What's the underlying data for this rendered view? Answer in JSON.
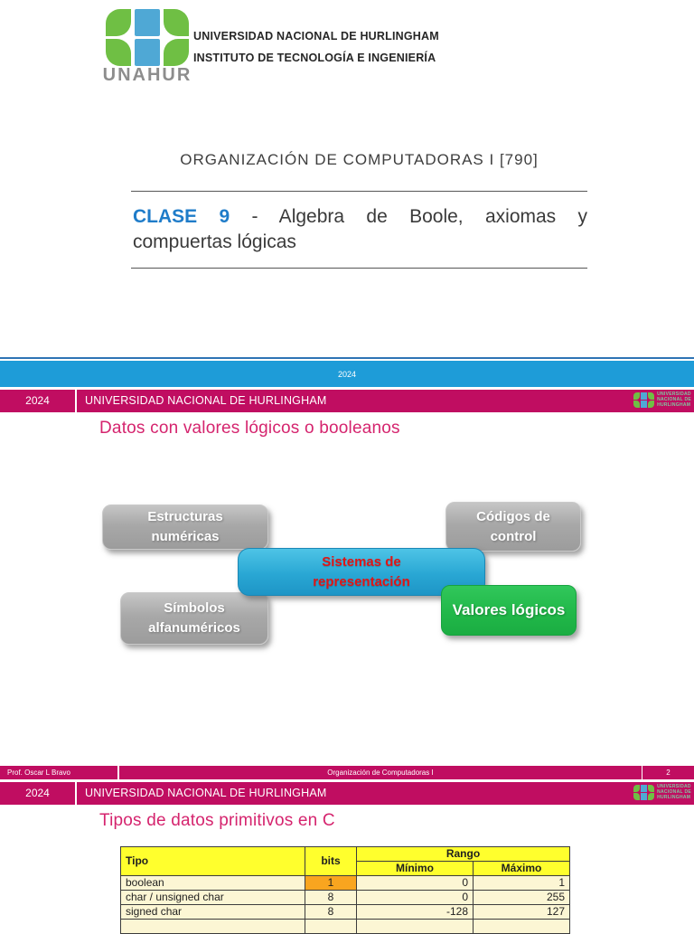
{
  "colors": {
    "magenta_bar": "#C00D61",
    "magenta_heading": "#D5246E",
    "blue_bar": "#1E9CD8",
    "accent_blue_line": "#2E74B5",
    "clase_blue": "#1F7CC9",
    "logo_green": "#6FBF44",
    "logo_blue": "#4FA8D5",
    "diagram_gray": "#A8A8A8",
    "diagram_blue": "#29A7D4",
    "diagram_green": "#24BE4C",
    "diagram_red_text": "#E01515",
    "table_header_yellow": "#FFFF2D",
    "table_row_cream": "#FCF6D4",
    "table_highlight_orange": "#F9A51F"
  },
  "slide1": {
    "logo_brand": "UNAHUR",
    "institution_line1": "UNIVERSIDAD NACIONAL DE HURLINGHAM",
    "institution_line2": "INSTITUTO DE TECNOLOGÍA E INGENIERÍA",
    "course_title": "ORGANIZACIÓN DE COMPUTADORAS I [790]",
    "lecture_label": "CLASE 9",
    "lecture_rest": " - Algebra de Boole, axiomas y",
    "lecture_line2": "compuertas lógicas",
    "footer_year": "2024"
  },
  "slide2": {
    "header_year": "2024",
    "header_institution": "UNIVERSIDAD NACIONAL DE HURLINGHAM",
    "header_logo_lines": [
      "UNIVERSIDAD",
      "NACIONAL DE",
      "HURLINGHAM"
    ],
    "heading": "Datos con valores lógicos o booleanos",
    "diagram": {
      "boxes": [
        {
          "id": "estructuras",
          "lines": [
            "Estructuras",
            "numéricas"
          ]
        },
        {
          "id": "codigos",
          "lines": [
            "Códigos de",
            "control"
          ]
        },
        {
          "id": "sistemas",
          "lines": [
            "Sistemas de",
            "representación"
          ]
        },
        {
          "id": "simbolos",
          "lines": [
            "Símbolos",
            "alfanuméricos"
          ]
        },
        {
          "id": "valores",
          "lines": [
            "Valores lógicos"
          ]
        }
      ]
    },
    "footer_author": "Prof. Oscar L Bravo",
    "footer_course": "Organización de Computadoras I",
    "footer_page": "2"
  },
  "slide3": {
    "header_year": "2024",
    "header_institution": "UNIVERSIDAD NACIONAL DE HURLINGHAM",
    "header_logo_lines": [
      "UNIVERSIDAD",
      "NACIONAL DE",
      "HURLINGHAM"
    ],
    "heading": "Tipos de datos primitivos en C",
    "table": {
      "headers": {
        "tipo": "Tipo",
        "bits": "bits",
        "rango": "Rango",
        "minimo": "Mínimo",
        "maximo": "Máximo"
      },
      "rows": [
        {
          "tipo": "boolean",
          "bits": "1",
          "min": "0",
          "max": "1"
        },
        {
          "tipo": "char / unsigned char",
          "bits": "8",
          "min": "0",
          "max": "255"
        },
        {
          "tipo": "signed char",
          "bits": "8",
          "min": "-128",
          "max": "127"
        }
      ]
    }
  }
}
